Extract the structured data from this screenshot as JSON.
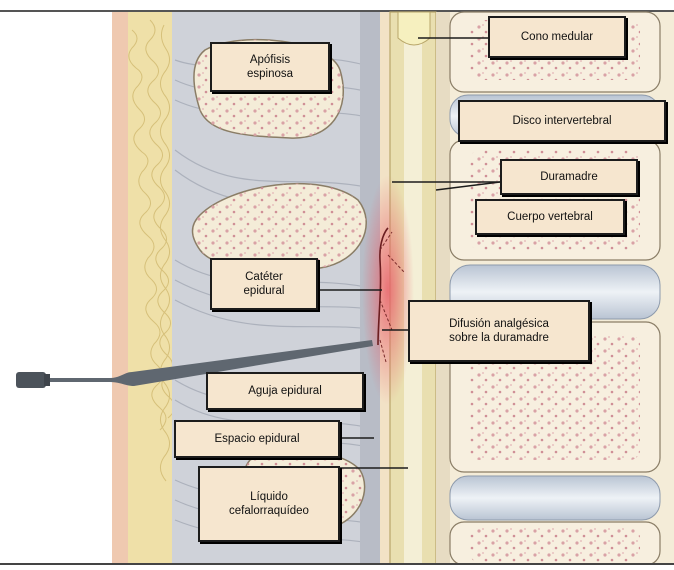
{
  "labels": {
    "apofisis": "Apófisis\nespinosa",
    "cono": "Cono medular",
    "disco": "Disco intervertebral",
    "duramadre": "Duramadre",
    "cuerpo": "Cuerpo vertebral",
    "cateter": "Catéter\nepidural",
    "difusion": "Difusión analgésica\nsobre la duramadre",
    "aguja": "Aguja epidural",
    "espacio": "Espacio epidural",
    "liquido": "Líquido\ncefalorraquídeo"
  },
  "colors": {
    "label_fill": "#f6e6cf",
    "bone_fill": "#f4ecd8",
    "marrow_spots": "#d9a2a6",
    "muscle": "#c9ccd4",
    "dura": "#e9dfb0",
    "needle": "#5f6770",
    "diffusion": "#e8606a",
    "disc": "#dfe6ee"
  }
}
